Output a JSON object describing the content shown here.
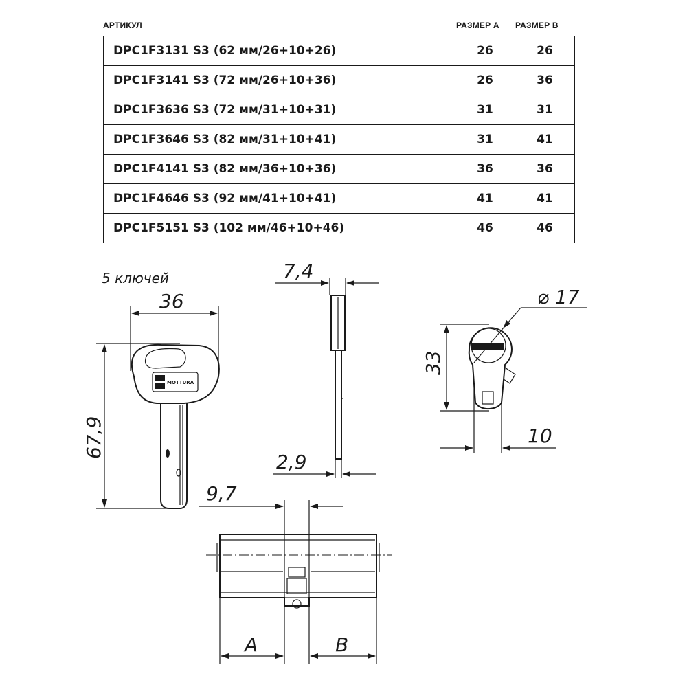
{
  "table": {
    "headers": {
      "article": "АРТИКУЛ",
      "size_a": "РАЗМЕР А",
      "size_b": "РАЗМЕР В"
    },
    "rows": [
      {
        "article": "DPC1F3131 S3 (62 мм/26+10+26)",
        "a": "26",
        "b": "26"
      },
      {
        "article": "DPC1F3141 S3 (72 мм/26+10+36)",
        "a": "26",
        "b": "36"
      },
      {
        "article": "DPC1F3636 S3 (72 мм/31+10+31)",
        "a": "31",
        "b": "31"
      },
      {
        "article": "DPC1F3646 S3 (82 мм/31+10+41)",
        "a": "31",
        "b": "41"
      },
      {
        "article": "DPC1F4141 S3 (82 мм/36+10+36)",
        "a": "36",
        "b": "36"
      },
      {
        "article": "DPC1F4646 S3 (92 мм/41+10+41)",
        "a": "41",
        "b": "41"
      },
      {
        "article": "DPC1F5151 S3 (102 мм/46+10+46)",
        "a": "46",
        "b": "46"
      }
    ]
  },
  "drawing": {
    "keys_note": "5 ключей",
    "key_width": "36",
    "key_length": "67,9",
    "key_thickness": "7,4",
    "blade_thickness": "2,9",
    "profile_diameter": "⌀ 17",
    "profile_height": "33",
    "profile_width": "10",
    "cam_width": "9,7",
    "side_a": "A",
    "side_b": "B",
    "brand": "MOTTURA"
  }
}
